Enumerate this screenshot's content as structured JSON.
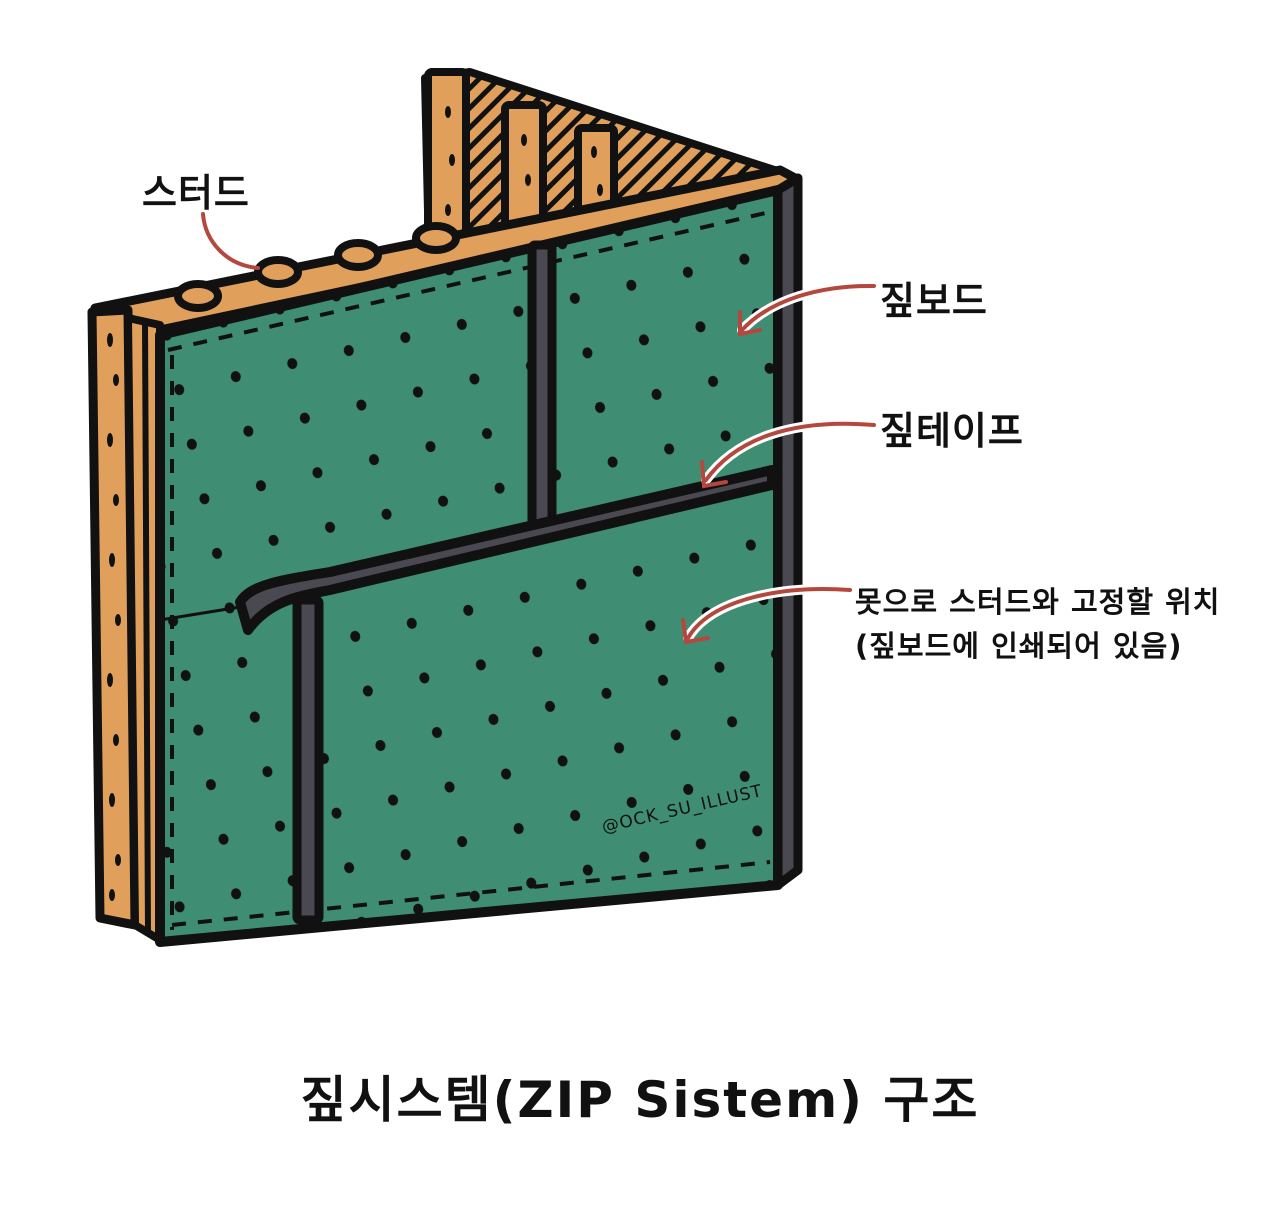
{
  "diagram": {
    "title": "짚시스템(ZIP Sistem) 구조",
    "credit": "@OCK_SU_ILLUST",
    "labels": {
      "stud": "스터드",
      "zip_board": "짚보드",
      "zip_tape": "짚테이프",
      "nail_line1": "못으로 스터드와 고정할 위치",
      "nail_line2": "(짚보드에 인쇄되어 있음)"
    },
    "colors": {
      "sheathing_green": "#3F8E74",
      "stud_wood": "#E0A05C",
      "tape_gray": "#4A4850",
      "outline": "#111111",
      "arrow_red": "#B5483E",
      "background": "#FFFFFF"
    }
  }
}
